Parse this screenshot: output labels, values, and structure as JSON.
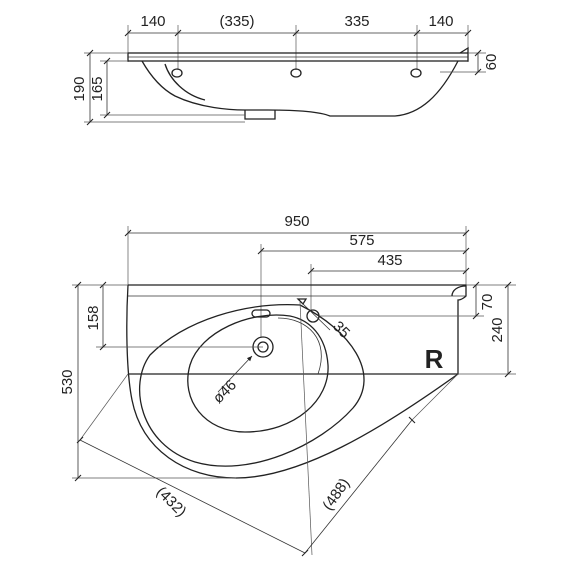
{
  "drawing": {
    "top_view": {
      "widths": [
        "140",
        "(335)",
        "335",
        "140"
      ],
      "heights": [
        "190",
        "165"
      ],
      "rim": "60"
    },
    "plan_view": {
      "overall_width": "950",
      "offset_1": "575",
      "offset_2": "435",
      "depth": "530",
      "drain_offset": "158",
      "faucet_hole": "35",
      "drain_diameter": "ø46",
      "rim_depth": "70",
      "right_depth": "240",
      "diag_1": "(432)",
      "diag_2": "(488)",
      "orientation_mark": "R"
    }
  },
  "colors": {
    "line": "#222222",
    "background": "#ffffff"
  }
}
